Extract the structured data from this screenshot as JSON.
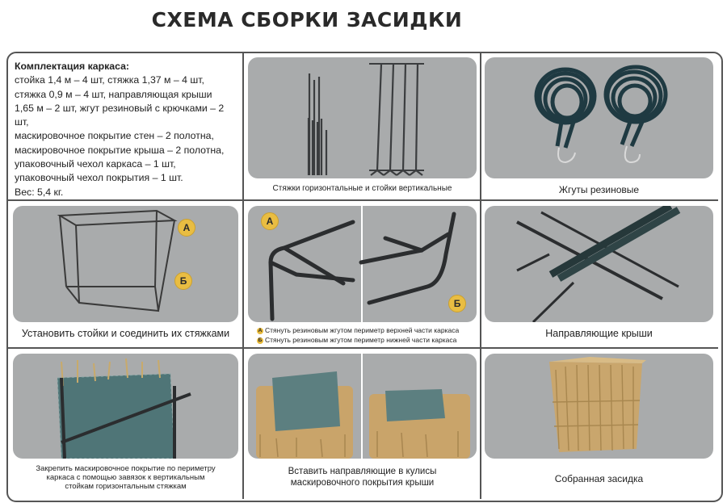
{
  "title": "СХЕМА СБОРКИ ЗАСИДКИ",
  "kit": {
    "heading": "Комплектация каркаса:",
    "lines": [
      "стойка 1,4 м – 4 шт, стяжка 1,37 м – 4 шт,",
      "стяжка 0,9 м – 4 шт, направляющая крыши",
      "1,65 м – 2 шт, жгут резиновый с крючками – 2 шт,",
      "маскировочное покрытие стен – 2 полотна,",
      "маскировочное покрытие крыша – 2 полотна,",
      "упаковочный чехол каркаса – 1 шт,",
      "упаковочный чехол покрытия – 1 шт.",
      "Вес: 5,4 кг."
    ]
  },
  "cells": {
    "rods": {
      "caption": "Стяжки горизонтальные и стойки вертикальные"
    },
    "cords": {
      "caption": "Жгуты резиновые"
    },
    "frame": {
      "caption": "Установить стойки и соединить их стяжками",
      "mark_a": "А",
      "mark_b": "Б"
    },
    "corners": {
      "mark_a": "А",
      "mark_b": "Б",
      "legend": [
        {
          "badge": "А",
          "text": "Стянуть резиновым жгутом периметр верхней части каркаса"
        },
        {
          "badge": "Б",
          "text": "Стянуть резиновым жгутом периметр нижней части каркаса"
        }
      ]
    },
    "guides": {
      "caption": "Направляющие крыши"
    },
    "cover": {
      "caption_lines": [
        "Закрепить маскировочное покрытие по периметру",
        "каркаса с помощью завязок к вертикальным",
        "стойкам горизонтальным стяжкам"
      ]
    },
    "roof": {
      "caption_lines": [
        "Вставить направляющие в кулисы",
        "маскировочного покрытия крыши"
      ]
    },
    "done": {
      "caption": "Собранная засидка"
    }
  },
  "colors": {
    "panel_bg": "#a9abac",
    "border": "#555555",
    "marker": "#e9bd42"
  }
}
